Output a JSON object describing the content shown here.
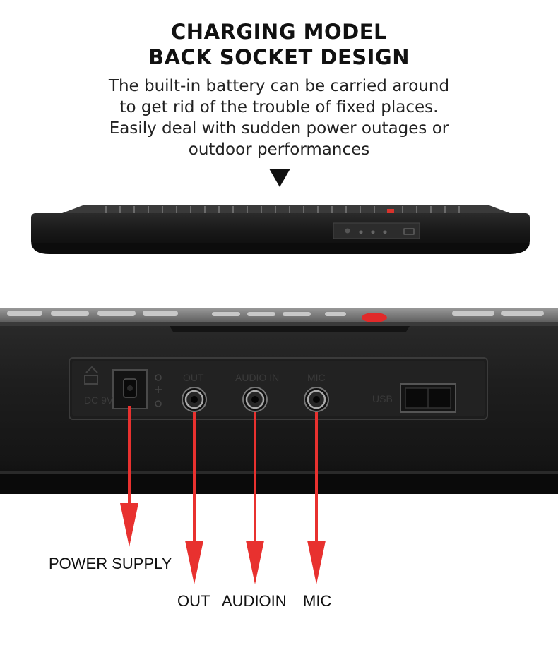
{
  "heading": {
    "line1": "CHARGING MODEL",
    "line2": "BACK SOCKET DESIGN"
  },
  "description": [
    "The built-in battery can be carried around",
    "to get rid of the trouble of fixed places.",
    "Easily deal with sudden power outages or",
    "outdoor performances"
  ],
  "panel_markings": {
    "out": "OUT",
    "audio_in": "AUDIO IN",
    "mic": "MIC",
    "usb": "USB",
    "voltage": "DC 9V"
  },
  "callout_labels": {
    "power": "POWER SUPPLY",
    "out": "OUT",
    "audio": "AUDIOIN",
    "mic": "MIC"
  },
  "colors": {
    "arrow": "#e8312f",
    "keyboard_body": "#1c1c1c",
    "text": "#111111"
  },
  "icons": [
    "down-arrow-icon",
    "power-jack-icon",
    "audio-jack-icon",
    "usb-port-icon"
  ]
}
